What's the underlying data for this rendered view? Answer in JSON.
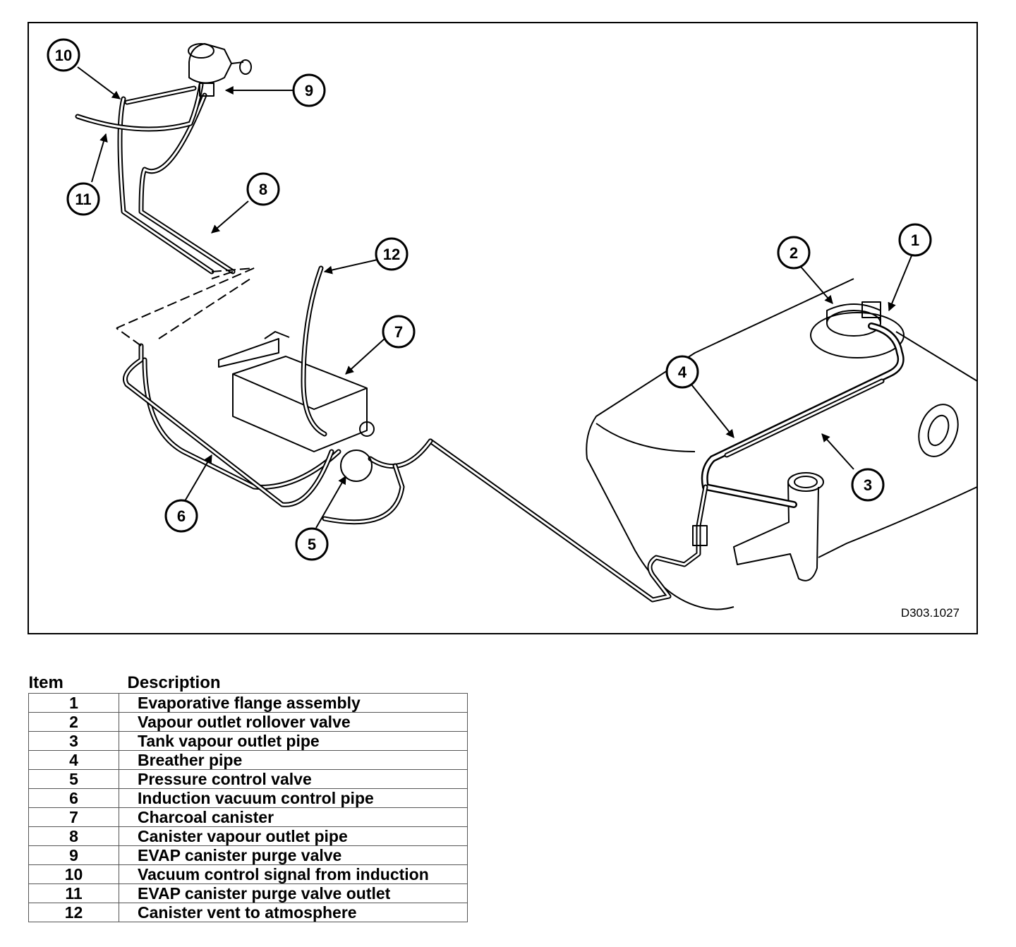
{
  "figure": {
    "code": "D303.1027",
    "callouts": [
      "1",
      "2",
      "3",
      "4",
      "5",
      "6",
      "7",
      "8",
      "9",
      "10",
      "11",
      "12"
    ]
  },
  "table": {
    "headers": {
      "item": "Item",
      "description": "Description"
    },
    "rows": [
      {
        "item": "1",
        "description": "Evaporative flange assembly"
      },
      {
        "item": "2",
        "description": "Vapour outlet rollover valve"
      },
      {
        "item": "3",
        "description": "Tank vapour outlet pipe"
      },
      {
        "item": "4",
        "description": "Breather pipe"
      },
      {
        "item": "5",
        "description": "Pressure control valve"
      },
      {
        "item": "6",
        "description": "Induction vacuum control pipe"
      },
      {
        "item": "7",
        "description": "Charcoal canister"
      },
      {
        "item": "8",
        "description": "Canister vapour outlet pipe"
      },
      {
        "item": "9",
        "description": "EVAP canister purge valve"
      },
      {
        "item": "10",
        "description": "Vacuum control signal from induction"
      },
      {
        "item": "11",
        "description": "EVAP canister purge valve outlet"
      },
      {
        "item": "12",
        "description": "Canister vent to atmosphere"
      }
    ]
  }
}
